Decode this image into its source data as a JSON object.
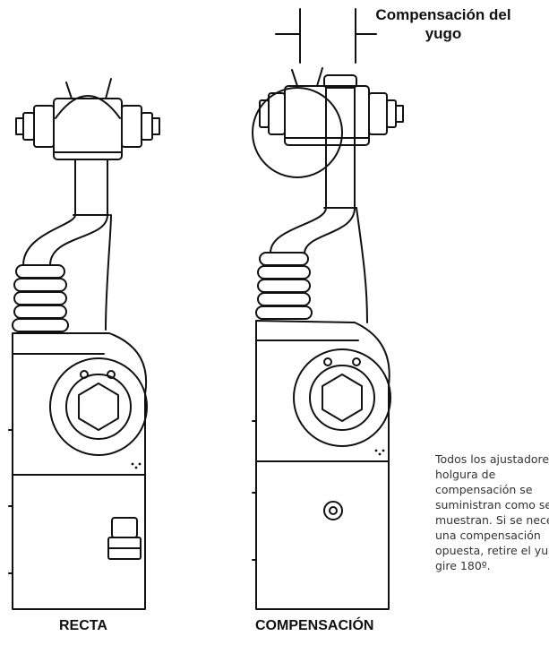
{
  "callout": {
    "line1": "Compensación del",
    "line2": "yugo"
  },
  "captions": {
    "left": "RECTA",
    "right": "COMPENSACIÓN"
  },
  "note": {
    "lines": [
      "Todos los ajustadores de",
      "holgura de",
      "compensación se",
      "suministran como se",
      "muestran. Si se necesita",
      "una compensación",
      "opuesta, retire el yugo y",
      "gire 180º."
    ]
  },
  "colors": {
    "line": "#111111",
    "background": "#ffffff",
    "note_text": "#333333"
  }
}
